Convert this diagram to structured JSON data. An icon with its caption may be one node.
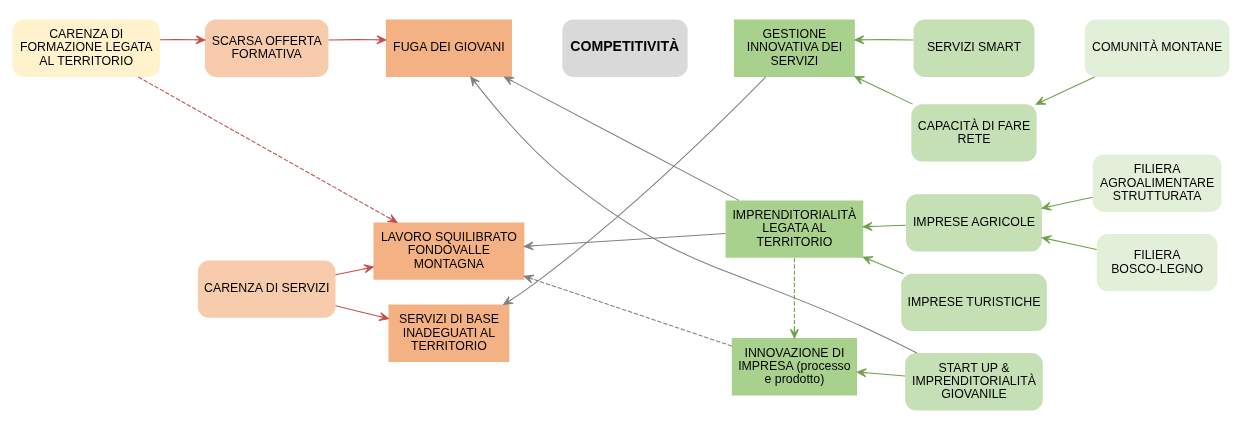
{
  "diagram": {
    "nodes": [
      {
        "text": [
          "CARENZA DI FORMAZIONE LEGATA AL TERRITORIO"
        ]
      },
      {
        "text": [
          "SCARSA OFFERTA FORMATIVA"
        ]
      },
      {
        "text": [
          "CARENZA DI SERVIZI"
        ]
      },
      {
        "text": [
          "FUGA DEI GIOVANI"
        ]
      },
      {
        "text": [
          "SERVIZI DI BASE INADEGUATI AL TERRITORIO"
        ]
      },
      {
        "text": [
          "LAVORO SQUILIBRATO FONDOVALLE MONTAGNA"
        ]
      },
      {
        "text": [
          "COMPETITIVITÀ"
        ]
      },
      {
        "text": [
          "GESTIONE INNOVATIVA DEI SERVIZI"
        ]
      },
      {
        "text": [
          "INNOVAZIONE DI IMPRESA (processo e prodotto)"
        ]
      },
      {
        "text": [
          "IMPRENDITORIALITÀ LEGATA AL TERRITORIO"
        ]
      },
      {
        "text": [
          "SERVIZI SMART"
        ]
      },
      {
        "text": [
          "CAPACITÀ DI FARE RETE"
        ]
      },
      {
        "text": [
          "START UP & IMPRENDITORIALITÀ GIOVANILE"
        ]
      },
      {
        "text": [
          "IMPRESE AGRICOLE"
        ]
      },
      {
        "text": [
          "IMPRESE TURISTICHE"
        ]
      },
      {
        "text": [
          "COMUNITÀ MONTANE"
        ]
      },
      {
        "text": [
          "FILIERA AGROALIMENTARE STRUTTURATA"
        ]
      },
      {
        "text": [
          "FILIERA BOSCO-LEGNO"
        ]
      }
    ],
    "edges": [
      {
        "from": 0,
        "to": 1,
        "arrow": "to",
        "color": "#c0504d"
      },
      {
        "from": 1,
        "to": 3,
        "arrow": "to",
        "color": "#c0504d"
      },
      {
        "from": 2,
        "to": 4,
        "arrow": "to",
        "color": "#c0504d"
      },
      {
        "from": 2,
        "to": 5,
        "arrow": "to",
        "color": "#c0504d"
      },
      {
        "from": 0,
        "to": 5,
        "arrow": "to",
        "style": "dashed",
        "color": "#c0504d"
      },
      {
        "from": 7,
        "to": 4,
        "arrow": "to",
        "color": "#808080"
      },
      {
        "from": 12,
        "to": 3,
        "arrow": "to",
        "color": "#808080"
      },
      {
        "from": 9,
        "to": 3,
        "arrow": "to",
        "color": "#808080"
      },
      {
        "from": 8,
        "to": 5,
        "arrow": "to",
        "style": "dashed",
        "color": "#808080"
      },
      {
        "from": 9,
        "to": 5,
        "arrow": "to",
        "color": "#808080"
      },
      {
        "from": 9,
        "to": 8,
        "arrow": "to",
        "style": "dashed"
      },
      {
        "from": 10,
        "to": 7,
        "arrow": "to"
      },
      {
        "from": 11,
        "to": 7,
        "arrow": "to"
      },
      {
        "from": 15,
        "to": 11,
        "arrow": "to"
      },
      {
        "from": 12,
        "to": 8,
        "arrow": "to"
      },
      {
        "from": 13,
        "to": 9,
        "arrow": "to"
      },
      {
        "from": 14,
        "to": 9,
        "arrow": "to"
      },
      {
        "from": 16,
        "to": 13,
        "arrow": "to"
      },
      {
        "from": 17,
        "to": 13,
        "arrow": "to"
      }
    ]
  }
}
